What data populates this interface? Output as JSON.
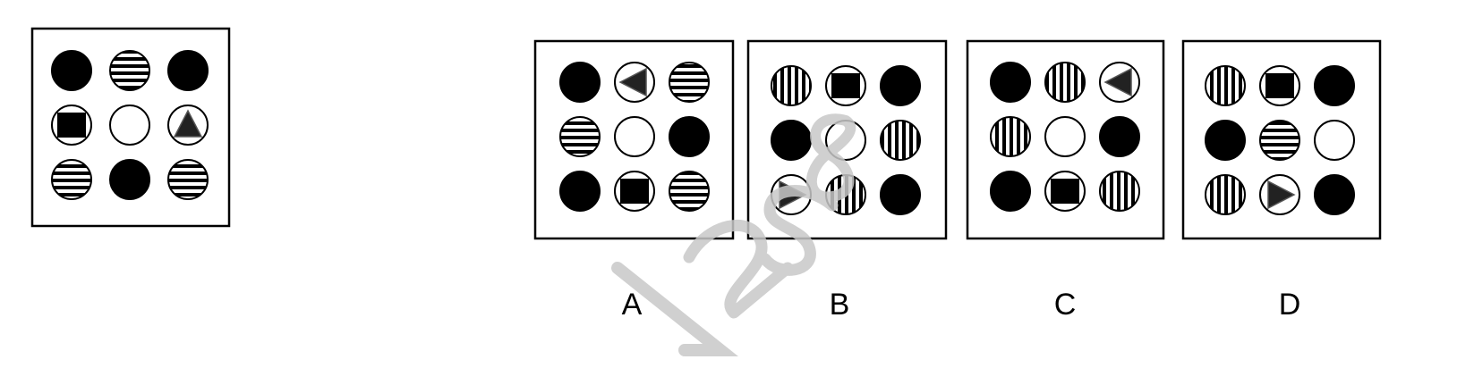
{
  "puzzle": {
    "question_grid": [
      [
        "black",
        "hstripe",
        "black"
      ],
      [
        "square",
        "white",
        "tri-up"
      ],
      [
        "hstripe",
        "black",
        "hstripe"
      ]
    ]
  },
  "options": [
    {
      "label": "A",
      "grid": [
        [
          "black",
          "tri-left",
          "hstripe"
        ],
        [
          "hstripe",
          "white",
          "black"
        ],
        [
          "black",
          "square",
          "hstripe"
        ]
      ]
    },
    {
      "label": "B",
      "grid": [
        [
          "vstripe",
          "square",
          "black"
        ],
        [
          "black",
          "white",
          "vstripe"
        ],
        [
          "tri-right",
          "vstripe",
          "black"
        ]
      ]
    },
    {
      "label": "C",
      "grid": [
        [
          "black",
          "vstripe",
          "tri-left"
        ],
        [
          "vstripe",
          "white",
          "black"
        ],
        [
          "black",
          "square",
          "vstripe"
        ]
      ]
    },
    {
      "label": "D",
      "grid": [
        [
          "vstripe",
          "square",
          "black"
        ],
        [
          "black",
          "hstripe",
          "white"
        ],
        [
          "vstripe",
          "tri-right",
          "black"
        ]
      ]
    }
  ],
  "watermark": {
    "text": "A1258",
    "color": "#c8c8c8"
  },
  "colors": {
    "ink": "#000000",
    "paper": "#ffffff"
  }
}
